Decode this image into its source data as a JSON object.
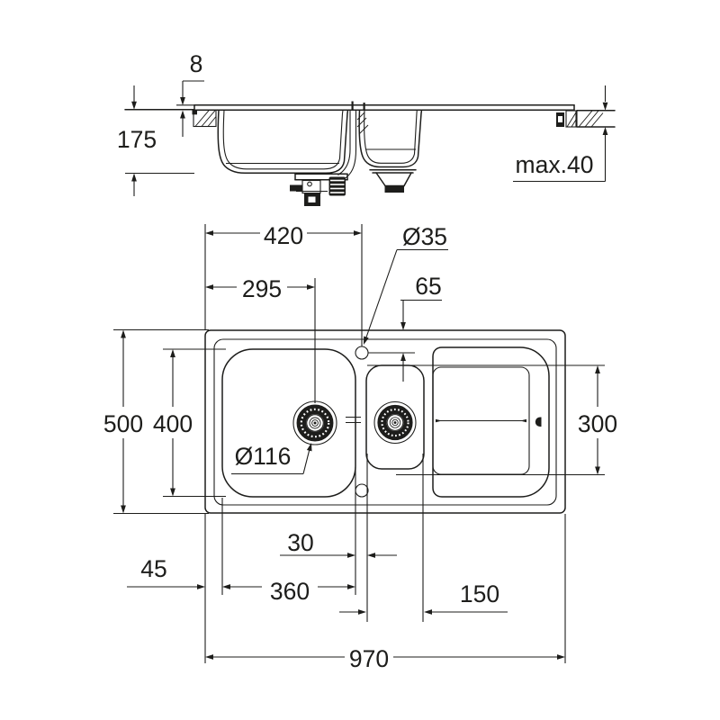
{
  "drawing": {
    "kind": "technical dimension drawing",
    "subject": "inset kitchen sink with 1.5 bowls and drainboard, section view and plan view",
    "units": "mm",
    "colors": {
      "line": "#1d1d1b",
      "background": "#ffffff"
    }
  },
  "section": {
    "rim_height": "8",
    "bowl_depth": "175",
    "max_worktop_thickness": "max.40"
  },
  "plan": {
    "tap_hole_offset": "420",
    "drain_offset": "295",
    "tap_hole_diameter": "Ø35",
    "tap_hole_edge_distance": "65",
    "overall_depth": "500",
    "main_bowl_length": "400",
    "drain_diameter": "Ø116",
    "drainboard_depth": "300",
    "bowl_gap": "30",
    "left_margin": "45",
    "main_bowl_width": "360",
    "small_bowl_width": "150",
    "overall_width": "970"
  }
}
